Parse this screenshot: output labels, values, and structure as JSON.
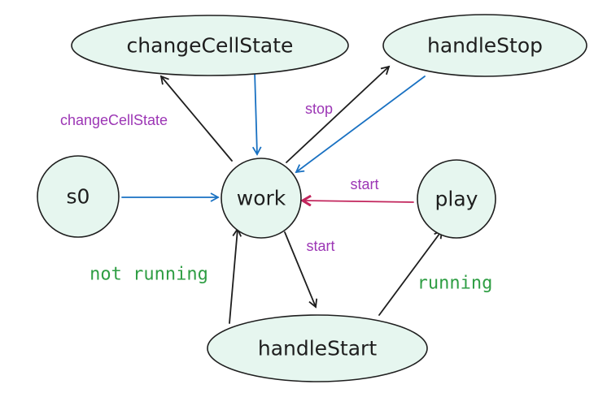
{
  "colors": {
    "node_fill": "#e6f6ef",
    "black_edge": "#1e1e1e",
    "blue_edge": "#1971c2",
    "highlight_edge": "#c2255c",
    "event_label": "#9c36b5",
    "condition_label": "#2f9e44"
  },
  "nodes": {
    "s0": {
      "label": "s0"
    },
    "work": {
      "label": "work"
    },
    "play": {
      "label": "play"
    },
    "changeCellState": {
      "label": "changeCellState"
    },
    "handleStop": {
      "label": "handleStop"
    },
    "handleStart": {
      "label": "handleStart"
    }
  },
  "edge_labels": {
    "change_cell_state": "changeCellState",
    "stop": "stop",
    "start_from_play": "start",
    "start_from_work": "start"
  },
  "conditions": {
    "not_running": "not running",
    "running": "running"
  }
}
